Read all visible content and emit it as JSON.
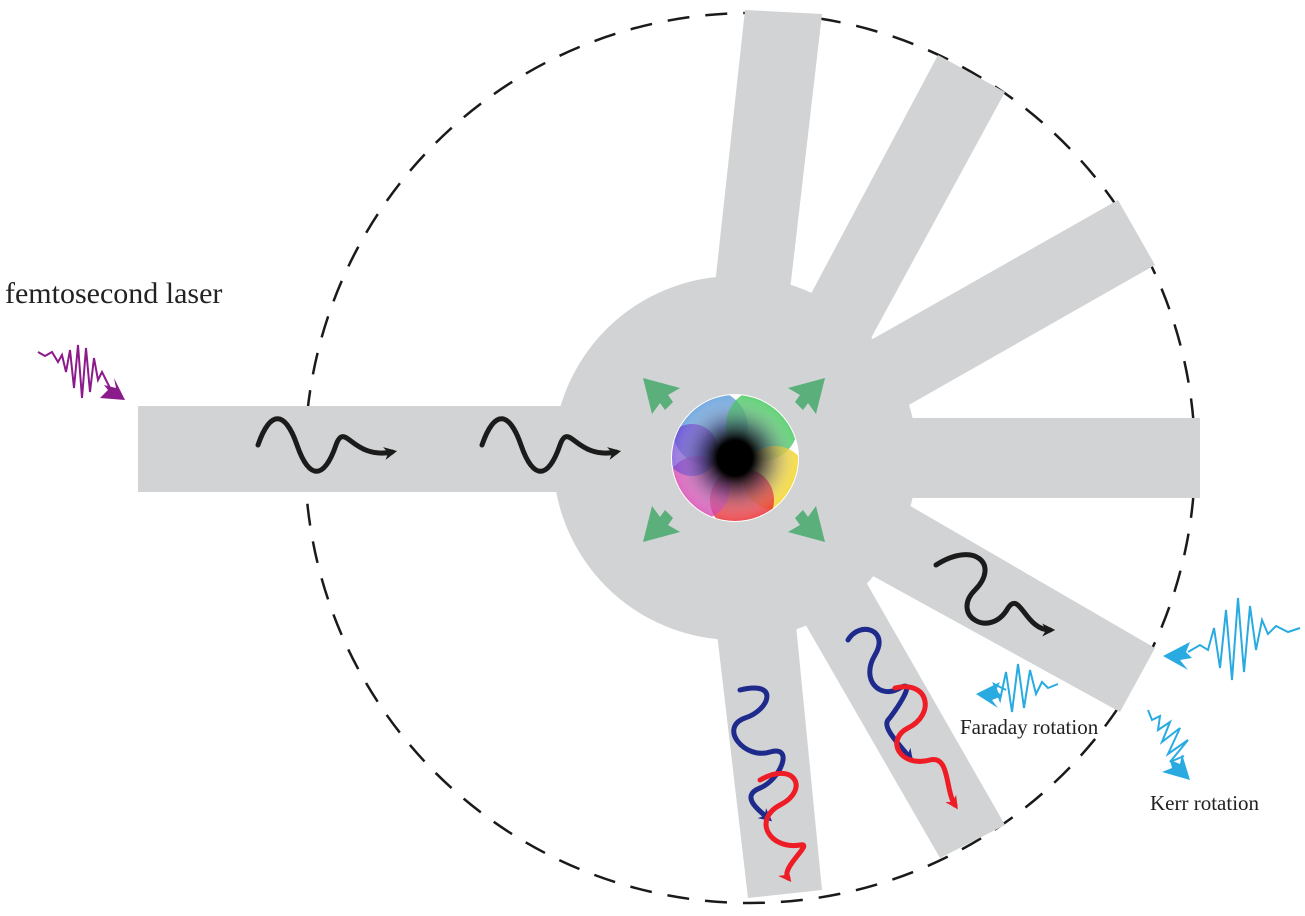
{
  "labels": {
    "laser": "femtosecond laser",
    "faraday": "Faraday rotation",
    "kerr": "Kerr rotation"
  },
  "colors": {
    "waveguide": "#d1d3d4",
    "laser_pulse": "#8b1a8b",
    "probe_pulse": "#29abe2",
    "spin_wave": "#1b1b1b",
    "magnon_blue": "#1e2a8c",
    "magnon_red": "#ee1c24",
    "radial_arrow": "#5aaf7a",
    "boundary": "#1a1a1a"
  }
}
